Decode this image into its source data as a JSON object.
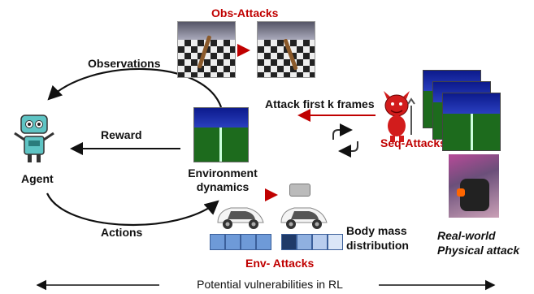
{
  "attacks": {
    "obs": "Obs-Attacks",
    "seq": "Seq-Attacks",
    "env": "Env- Attacks"
  },
  "labels": {
    "observations": "Observations",
    "reward": "Reward",
    "actions": "Actions",
    "agent": "Agent",
    "environment_line1": "Environment",
    "environment_line2": "dynamics",
    "attack_frames": "Attack first k frames",
    "body_mass_line1": "Body mass",
    "body_mass_line2": "distribution",
    "real_world_line1": "Real-world",
    "real_world_line2": "Physical attack",
    "footer": "Potential vulnerabilities in RL"
  },
  "colors": {
    "accent_red": "#c00000",
    "bar_blue": "#6e9ad8",
    "bar_dark": "#1f3a68"
  },
  "icons": {
    "agent": "robot-icon",
    "attacker": "devil-icon",
    "cycle": "cycle-arrows-icon",
    "car": "self-driving-car-icon"
  }
}
